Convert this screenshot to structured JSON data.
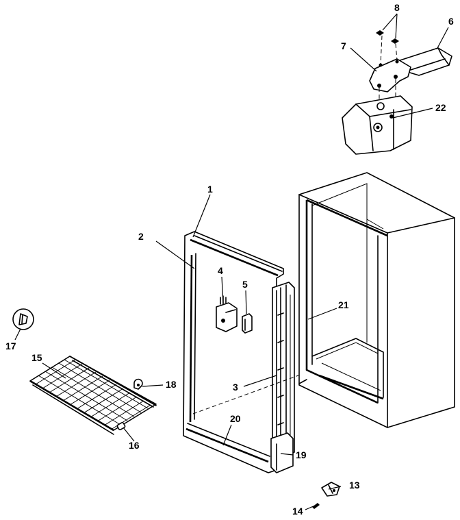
{
  "callouts": {
    "c1": "1",
    "c2": "2",
    "c3": "3",
    "c4": "4",
    "c5": "5",
    "c6": "6",
    "c7": "7",
    "c8": "8",
    "c13": "13",
    "c14": "14",
    "c15": "15",
    "c16": "16",
    "c17": "17",
    "c18": "18",
    "c19": "19",
    "c20": "20",
    "c21": "21",
    "c22": "22"
  }
}
